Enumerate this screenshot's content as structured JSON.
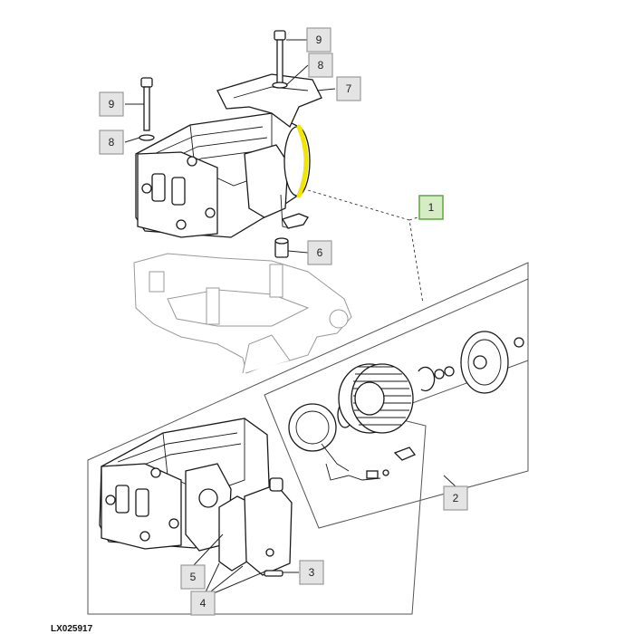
{
  "figure_id": "LX025917",
  "callouts": [
    {
      "key": "1",
      "label": "1",
      "highlighted": true
    },
    {
      "key": "2",
      "label": "2"
    },
    {
      "key": "3",
      "label": "3"
    },
    {
      "key": "4",
      "label": "4"
    },
    {
      "key": "5",
      "label": "5"
    },
    {
      "key": "6",
      "label": "6"
    },
    {
      "key": "7",
      "label": "7"
    },
    {
      "key": "8a",
      "label": "8"
    },
    {
      "key": "8b",
      "label": "8"
    },
    {
      "key": "9a",
      "label": "9"
    },
    {
      "key": "9b",
      "label": "9"
    }
  ],
  "colors": {
    "highlight": "#f2e600",
    "callout_fill": "#e4e4e4",
    "callout_highlight": "#d5ecc4"
  }
}
